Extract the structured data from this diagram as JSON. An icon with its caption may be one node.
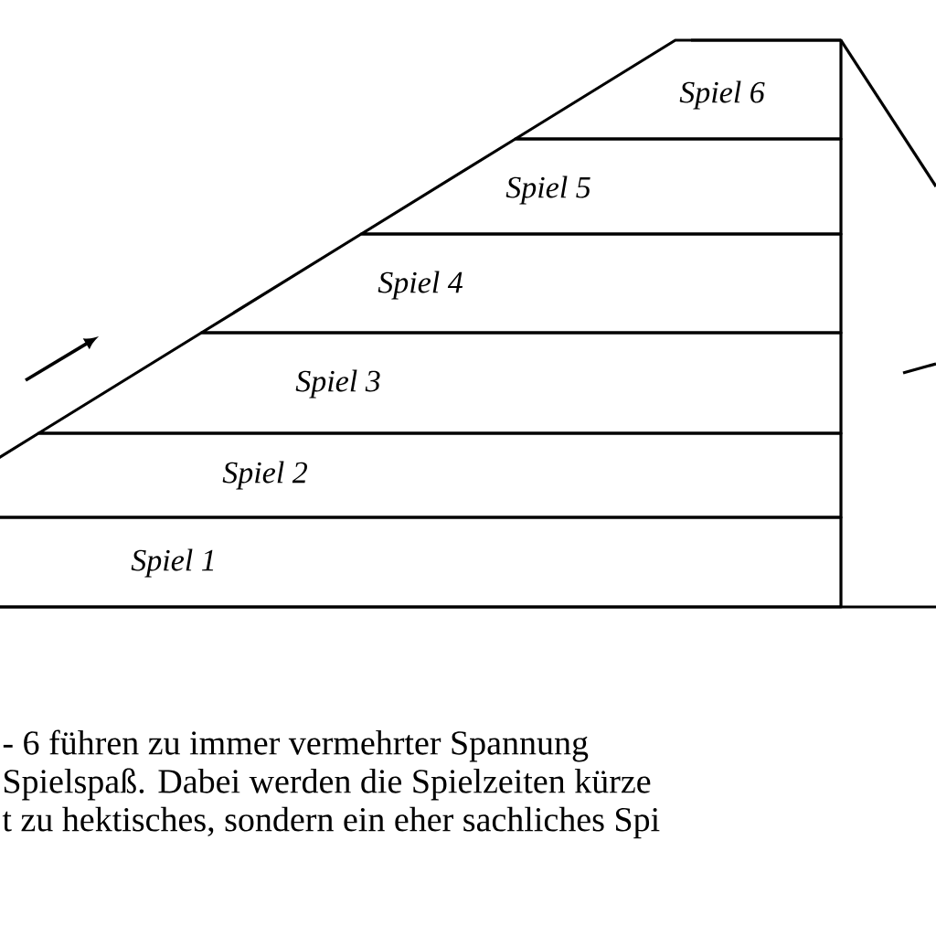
{
  "diagram": {
    "nodes": [
      {
        "text": [
          "Spiel 1"
        ]
      },
      {
        "text": [
          "Spiel 2"
        ]
      },
      {
        "text": [
          "Spiel 3"
        ]
      },
      {
        "text": [
          "Spiel 4"
        ]
      },
      {
        "text": [
          "Spiel 5"
        ]
      },
      {
        "text": [
          "Spiel 6"
        ]
      }
    ],
    "labels": [
      "- 6 führen zu immer vermehrter Spannung",
      "Spielspaß. Dabei werden die Spielzeiten kürze",
      "t zu hektisches, sondern ein eher sachliches Spi"
    ]
  }
}
